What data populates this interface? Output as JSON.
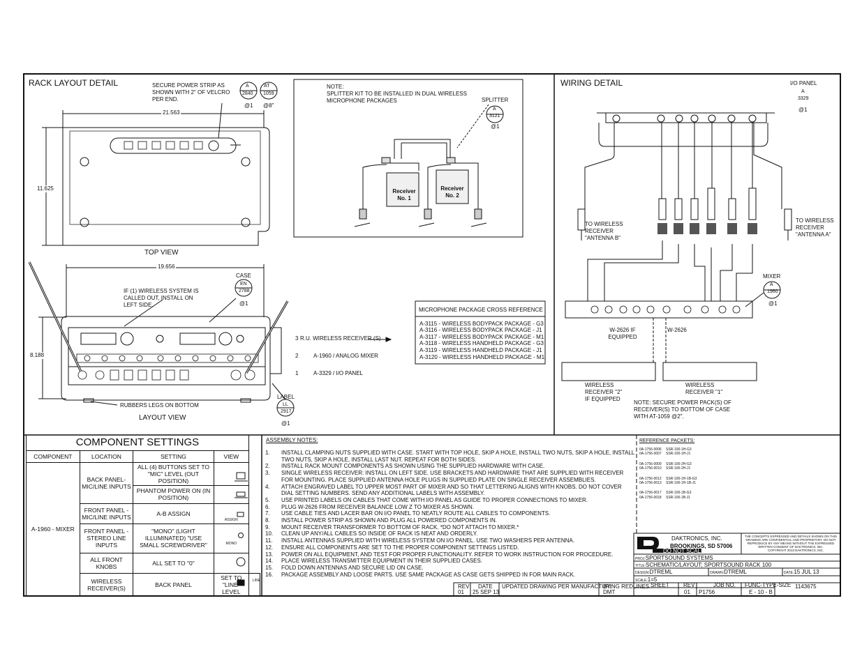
{
  "rack": {
    "section_title": "RACK LAYOUT DETAIL",
    "power_strip_note": "SECURE POWER STRIP AS SHOWN WITH 2\" OF VELCRO PER END.",
    "callout_a2840": {
      "top": "A",
      "bottom": "2840",
      "qty": "@1"
    },
    "callout_at1059": {
      "top": "AT",
      "bottom": "1059",
      "qty": "@8\""
    },
    "dim_width_top": "21.563",
    "dim_height_top": "11.625",
    "top_view_label": "TOP VIEW",
    "dim_width_layout": "19.656",
    "dim_height_layout": "8.188",
    "case_label": "CASE",
    "callout_case": {
      "top": "EN",
      "bottom": "2788",
      "qty": "@1"
    },
    "wireless_note": "IF (1) WIRELESS SYSTEM IS CALLED OUT, INSTALL ON LEFT SIDE.",
    "rubber_legs": "RUBBERS LEGS ON BOTTOM",
    "layout_view_label": "LAYOUT VIEW",
    "ru_rows": [
      {
        "num": "3",
        "text": "R.U.  WIRELESS  RECEIVER (S)"
      },
      {
        "num": "2",
        "text": "A-1960 / ANALOG MIXER"
      },
      {
        "num": "1",
        "text": "A-3329 /  I/O PANEL"
      }
    ],
    "label_label": "LABEL",
    "callout_label": {
      "top": "LL",
      "bottom": "2917",
      "qty": "@1"
    }
  },
  "splitter": {
    "note_title": "NOTE:",
    "note_text": "SPLITTER  KIT TO BE INSTALLED IN DUAL WIRELESS MICROPHONE PACKAGES",
    "splitter_label": "SPLITTER",
    "callout": {
      "top": "A",
      "bottom": "3121",
      "qty": "@1"
    },
    "receiver1": "Receiver No. 1",
    "receiver2": "Receiver No. 2"
  },
  "xref": {
    "title": "MICROPHONE PACKAGE CROSS REFERENCE",
    "rows": [
      "A-3115 - WIRELESS BODYPACK PACKAGE - G3",
      "A-3116 - WIRELESS BODYPACK PACKAGE - J1",
      "A-3117 - WIRELESS BODYPACK PACKAGE - M1",
      "A-3118 - WIRELESS HANDHELD PACKAGE - G3",
      "A-3119 - WIRELESS HANDHELD PACKAGE - J1",
      "A-3120 - WIRELESS HANDHELD PACKAGE - M1"
    ]
  },
  "wiring": {
    "section_title": "WIRING DETAIL",
    "io_panel_label": "I/O PANEL",
    "callout_io": {
      "top": "A",
      "bottom": "3329",
      "qty": "@1"
    },
    "antenna_b": "TO WIRELESS RECEIVER \"ANTENNA B\"",
    "antenna_a": "TO WIRELESS RECEIVER \"ANTENNA A\"",
    "mixer_label": "MIXER",
    "callout_mixer": {
      "top": "A",
      "bottom": "1960",
      "qty": "@1"
    },
    "w2626_left": "W-2626 IF EQUIPPED",
    "w2626_right": "W-2626",
    "receiver2": "WIRELESS RECEIVER \"2\" IF EQUIPPED",
    "receiver1": "WIRELESS RECEIVER \"1\"",
    "note": "NOTE: SECURE POWER PACK(S) OF RECEIVER(S) TO BOTTOM OF CASE WITH AT-1059 @2\"."
  },
  "components": {
    "title": "COMPONENT SETTINGS",
    "headers": [
      "COMPONENT",
      "LOCATION",
      "SETTING",
      "VIEW"
    ],
    "mixer_name": "A-1960 - MIXER",
    "rows": [
      {
        "location": "BACK PANEL- MIC/LINE INPUTS",
        "setting": "ALL (4)  BUTTONS SET TO \"MIC\" LEVEL (OUT POSITION)"
      },
      {
        "location": "",
        "setting": "PHANTOM POWER ON (IN POSITION)"
      },
      {
        "location": "FRONT PANEL - MIC/LINE INPUTS",
        "setting": "A-B ASSIGN"
      },
      {
        "location": "FRONT PANEL -STEREO LINE INPUTS",
        "setting": "\"MONO\" (LIGHT ILLUMINATED) \"USE SMALL SCREWDRIVER\""
      },
      {
        "location": "ALL FRONT KNOBS",
        "setting": "ALL SET TO \"0\""
      }
    ],
    "receiver_row": {
      "component": "WIRELESS RECEIVER(S)",
      "location": "BACK PANEL",
      "setting": "SET TO \"LINE\" LEVEL"
    },
    "view_labels": {
      "assign": "ASSIGN",
      "mono": "MONO",
      "line": "LINE"
    }
  },
  "assembly": {
    "title": "ASSEMBLY NOTES:",
    "notes": [
      {
        "n": "1.",
        "t": "INSTALL CLAMPING NUTS SUPPLIED WITH CASE. START WITH TOP HOLE, SKIP A HOLE, INSTALL TWO NUTS, SKIP A HOLE, INSTALL TWO NUTS, SKIP A HOLE, INSTALL LAST NUT. REPEAT FOR BOTH SIDES."
      },
      {
        "n": "2.",
        "t": "INSTALL RACK MOUNT COMPONENTS AS SHOWN USING THE SUPPLIED HARDWARE WITH CASE."
      },
      {
        "n": "3.",
        "t": "SINGLE WIRELESS RECEIVER: INSTALL ON LEFT SIDE. USE BRACKETS AND HARDWARE THAT ARE SUPPLIED WITH RECEIVER FOR MOUNTING. PLACE SUPPLIED ANTENNA HOLE PLUGS IN SUPPLIED PLATE ON SINGLE RECEIVER ASSEMBLIES."
      },
      {
        "n": "4.",
        "t": "ATTACH ENGRAVED LABEL TO UPPER MOST PART OF MIXER AND SO THAT LETTERING ALIGNS WITH KNOBS. DO NOT COVER DIAL SETTING NUMBERS. SEND ANY ADDITIONAL LABELS WITH ASSEMBLY."
      },
      {
        "n": "5.",
        "t": "USE PRINTED LABELS ON CABLES THAT COME WITH I/O PANEL AS GUIDE TO PROPER CONNECTIONS TO MIXER."
      },
      {
        "n": "6.",
        "t": "PLUG W-2626 FROM RECEIVER BALANCE LOW Z TO MIXER AS SHOWN."
      },
      {
        "n": "7.",
        "t": "USE CABLE TIES AND LACER BAR ON I/O PANEL TO NEATLY ROUTE ALL CABLES TO COMPONENTS."
      },
      {
        "n": "8.",
        "t": "INSTALL POWER STRIP AS SHOWN AND PLUG ALL POWERED COMPONENTS IN."
      },
      {
        "n": "9.",
        "t": "MOUNT RECEIVER TRANSFORMER TO BOTTOM OF RACK. *DO NOT ATTACH TO MIXER.*"
      },
      {
        "n": "10.",
        "t": "CLEAN UP ANY/ALL CABLES SO INSIDE OF RACK IS NEAT AND ORDERLY."
      },
      {
        "n": "11.",
        "t": "INSTALL ANTENNAS SUPPLIED WITH WIRELESS SYSTEM ON I/O PANEL. USE TWO WASHERS PER ANTENNA."
      },
      {
        "n": "12.",
        "t": "ENSURE ALL COMPONENTS ARE SET TO THE PROPER COMPONENT SETTINGS LISTED."
      },
      {
        "n": "13.",
        "t": "POWER ON ALL EQUIPMENT, AND TEST FOR PROPER FUNCTIONALITY. REFER TO WORK INSTRUCTION FOR PROCEDURE."
      },
      {
        "n": "14.",
        "t": "PLACE  WIRELESS TRANSMITTER EQUIPMENT IN THEIR SUPPLIED CASES."
      },
      {
        "n": "15.",
        "t": "FOLD DOWN ANTENNAS AND SECURE LID ON CASE."
      },
      {
        "n": "16.",
        "t": "PACKAGE ASSEMBLY AND LOOSE PARTS. USE SAME PACKAGE AS CASE GETS SHIPPED IN FOR MAIN RACK."
      }
    ]
  },
  "reference": {
    "title": "REFERENCE PACKETS:",
    "rows": [
      [
        "0A-1756-0006",
        "SSR-100-1H-G3"
      ],
      [
        "0A-1756-0007",
        "SSR-100-1H-J1"
      ],
      [
        "0A-1756-0009",
        "SSR-100-2H-G3"
      ],
      [
        "0A-1756-0010",
        "SSR-100-2H-J1"
      ],
      [
        "0A-1756-0012",
        "SSR-100-1H-1B-G3"
      ],
      [
        "0A-1756-0013",
        "SSR-100-1H-1B-J1"
      ],
      [
        "0A-1756-0017",
        "SSR-100-1B-G3"
      ],
      [
        "0A-1756-0018",
        "SSR-100-1B-J1"
      ]
    ]
  },
  "revision": {
    "rev_label": "REV",
    "date_label": "DATE",
    "desc": "UPDATED DRAWING PER MANUFACTURING REDLINES",
    "by_label": "BY:",
    "rev": "01",
    "date": "25 SEP 13",
    "by": "DMT"
  },
  "title_block": {
    "company": "DAKTRONICS, INC.",
    "city": "BROOKINGS, SD  57006",
    "do_not_scale": "DO NOT SCALE DRAWING",
    "confidential": "THE CONCEPTS EXPRESSED AND DETAILS SHOWN ON THIS DRAWING ARE CONFIDENTIAL AND PROPRIETARY.  DO NOT REPRODUCE BY ANY MEANS WITHOUT THE EXPRESSED WRITTEN CONSENT OF DAKTRONICS, INC.",
    "copyright": "COPYRIGHT 2013 DAKTRONICS, INC.",
    "proj_label": "PROJ:",
    "proj": "SPORTSOUND SYSTEMS",
    "title_label": "TITLE:",
    "title": "SCHEMATIC/LAYOUT; SPORTSOUND RACK 100",
    "design_label": "DESIGN:",
    "design": "DTREML",
    "drawn_label": "DRAWN:",
    "drawn": "DTREML",
    "date_label": "DATE:",
    "date": "15 JUL 13",
    "scale_label": "SCALE:",
    "scale": "1=5",
    "sheet_label": "SHEET",
    "rev_label": "REV",
    "job_label": "JOB NO.",
    "func_label": "FUNC-TYPE-SIZE",
    "rev": "01",
    "job": "P1756",
    "func": "E - 10 - B",
    "number": "1143675"
  }
}
